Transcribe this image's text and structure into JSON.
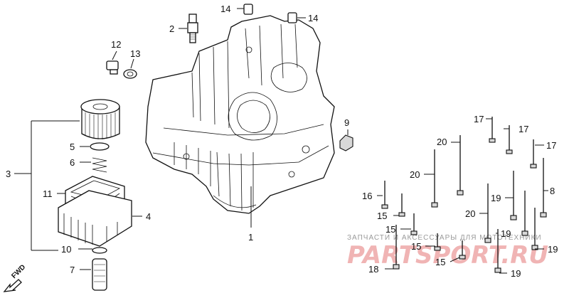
{
  "callouts": {
    "c1": "1",
    "c2": "2",
    "c3": "3",
    "c4": "4",
    "c5": "5",
    "c6": "6",
    "c7": "7",
    "c8": "8",
    "c9": "9",
    "c10": "10",
    "c11": "11",
    "c12": "12",
    "c13": "13",
    "c14a": "14",
    "c14b": "14",
    "c15a": "15",
    "c15b": "15",
    "c15c": "15",
    "c15d": "15",
    "c16": "16",
    "c17a": "17",
    "c17b": "17",
    "c17c": "17",
    "c18": "18",
    "c19a": "19",
    "c19b": "19",
    "c19c": "19",
    "c19d": "19",
    "c20a": "20",
    "c20b": "20",
    "c20c": "20"
  },
  "fwd_label": "FWD",
  "watermark": {
    "caption": "ЗАПЧАСТИ И АКСЕССУАРЫ ДЛЯ МОТОТЕХНИКИ",
    "logo_text": "PARTSPORT.RU"
  },
  "colors": {
    "line": "#111111",
    "watermark": "#f0b4b4"
  }
}
